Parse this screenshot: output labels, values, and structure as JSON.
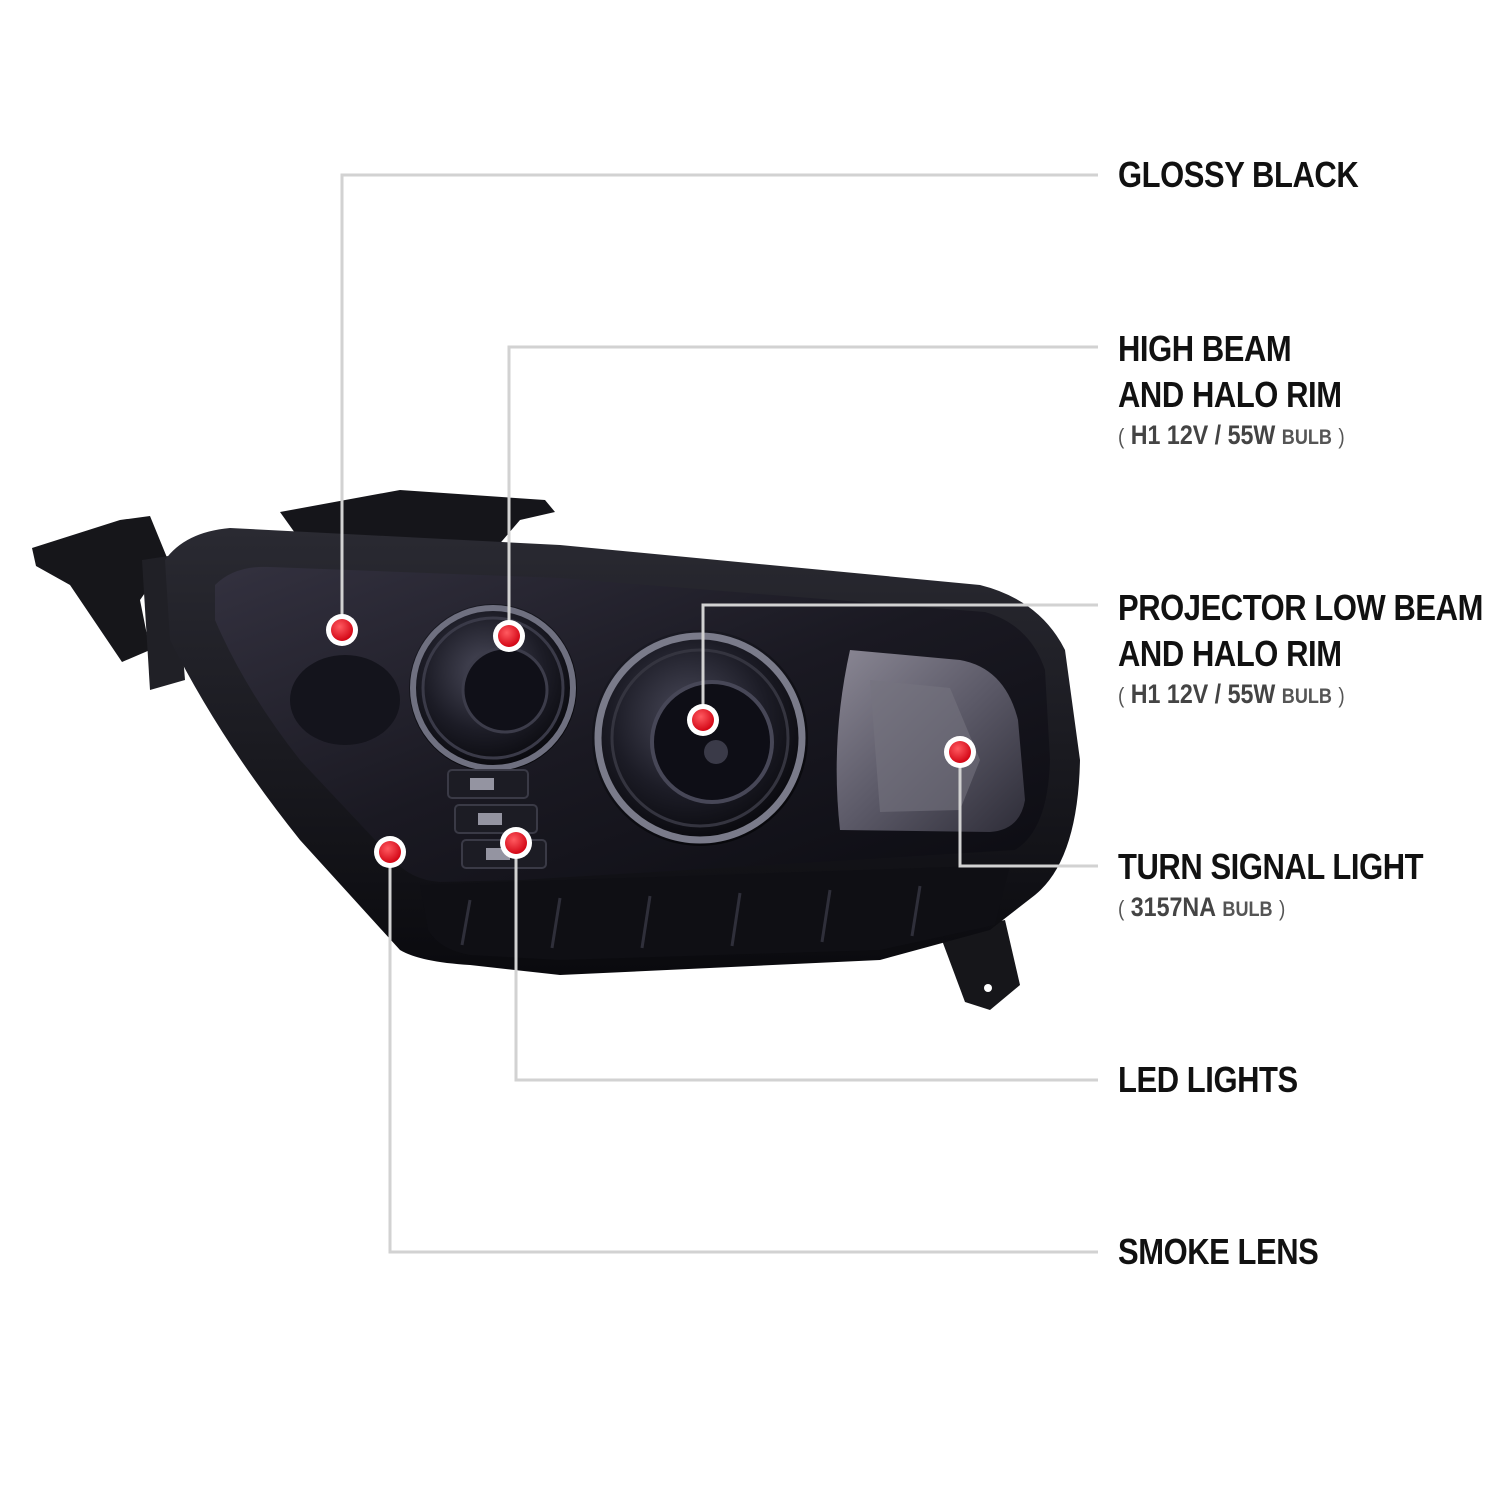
{
  "callouts": [
    {
      "id": "glossy-black",
      "lines": [
        "GLOSSY BLACK"
      ]
    },
    {
      "id": "high-beam",
      "lines": [
        "HIGH BEAM",
        "AND HALO RIM"
      ],
      "sub": {
        "open": "(",
        "spec": "H1  12V / 55W",
        "unit": "BULB",
        "close": ")"
      }
    },
    {
      "id": "low-beam",
      "lines": [
        "PROJECTOR LOW BEAM",
        "AND HALO RIM"
      ],
      "sub": {
        "open": "(",
        "spec": "H1  12V / 55W",
        "unit": "BULB",
        "close": ")"
      }
    },
    {
      "id": "turn-signal",
      "lines": [
        "TURN SIGNAL LIGHT"
      ],
      "sub": {
        "open": "(",
        "spec": "3157NA",
        "unit": "BULB",
        "close": ")"
      }
    },
    {
      "id": "led-lights",
      "lines": [
        "LED LIGHTS"
      ]
    },
    {
      "id": "smoke-lens",
      "lines": [
        "SMOKE LENS"
      ]
    }
  ],
  "colors": {
    "marker": "#e0101a",
    "leader": "#d2d2d2",
    "housing": "#121218",
    "lens_tint": "#2a2838"
  },
  "icons": [
    "headlight-assembly-image",
    "callout-marker-dot"
  ]
}
